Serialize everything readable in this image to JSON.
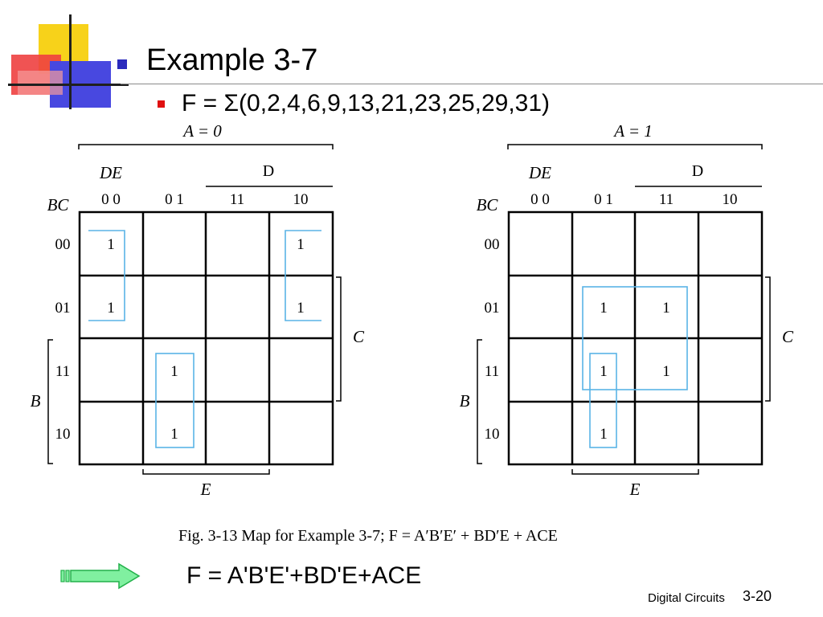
{
  "slide": {
    "title": "Example 3-7",
    "function": "F = Σ(0,2,4,6,9,13,21,23,25,29,31)",
    "caption": "Fig. 3-13  Map for Example 3-7; F = A′B′E′ + BD′E + ACE",
    "result": "F = A'B'E'+BD'E+ACE",
    "footer_name": "Digital Circuits",
    "footer_page": "3-20"
  },
  "maps": [
    {
      "name": "A = 0",
      "var_de": "DE",
      "var_bc": "BC",
      "col_headers": [
        "0 0",
        "0 1",
        "11",
        "10"
      ],
      "row_headers": [
        "00",
        "01",
        "11",
        "10"
      ],
      "label_d": "D",
      "label_c": "C",
      "label_b": "B",
      "label_e": "E",
      "cell_value": "1",
      "ones": [
        [
          0,
          0
        ],
        [
          0,
          3
        ],
        [
          1,
          0
        ],
        [
          1,
          3
        ],
        [
          2,
          1
        ],
        [
          3,
          1
        ]
      ]
    },
    {
      "name": "A = 1",
      "var_de": "DE",
      "var_bc": "BC",
      "col_headers": [
        "0 0",
        "0 1",
        "11",
        "10"
      ],
      "row_headers": [
        "00",
        "01",
        "11",
        "10"
      ],
      "label_d": "D",
      "label_c": "C",
      "label_b": "B",
      "label_e": "E",
      "cell_value": "1",
      "ones": [
        [
          1,
          1
        ],
        [
          1,
          2
        ],
        [
          2,
          1
        ],
        [
          2,
          2
        ],
        [
          3,
          1
        ]
      ]
    }
  ],
  "colors": {
    "grouping": "#5ab4e6",
    "arrow_fill": "#80f0a0",
    "arrow_stroke": "#22b04a"
  }
}
